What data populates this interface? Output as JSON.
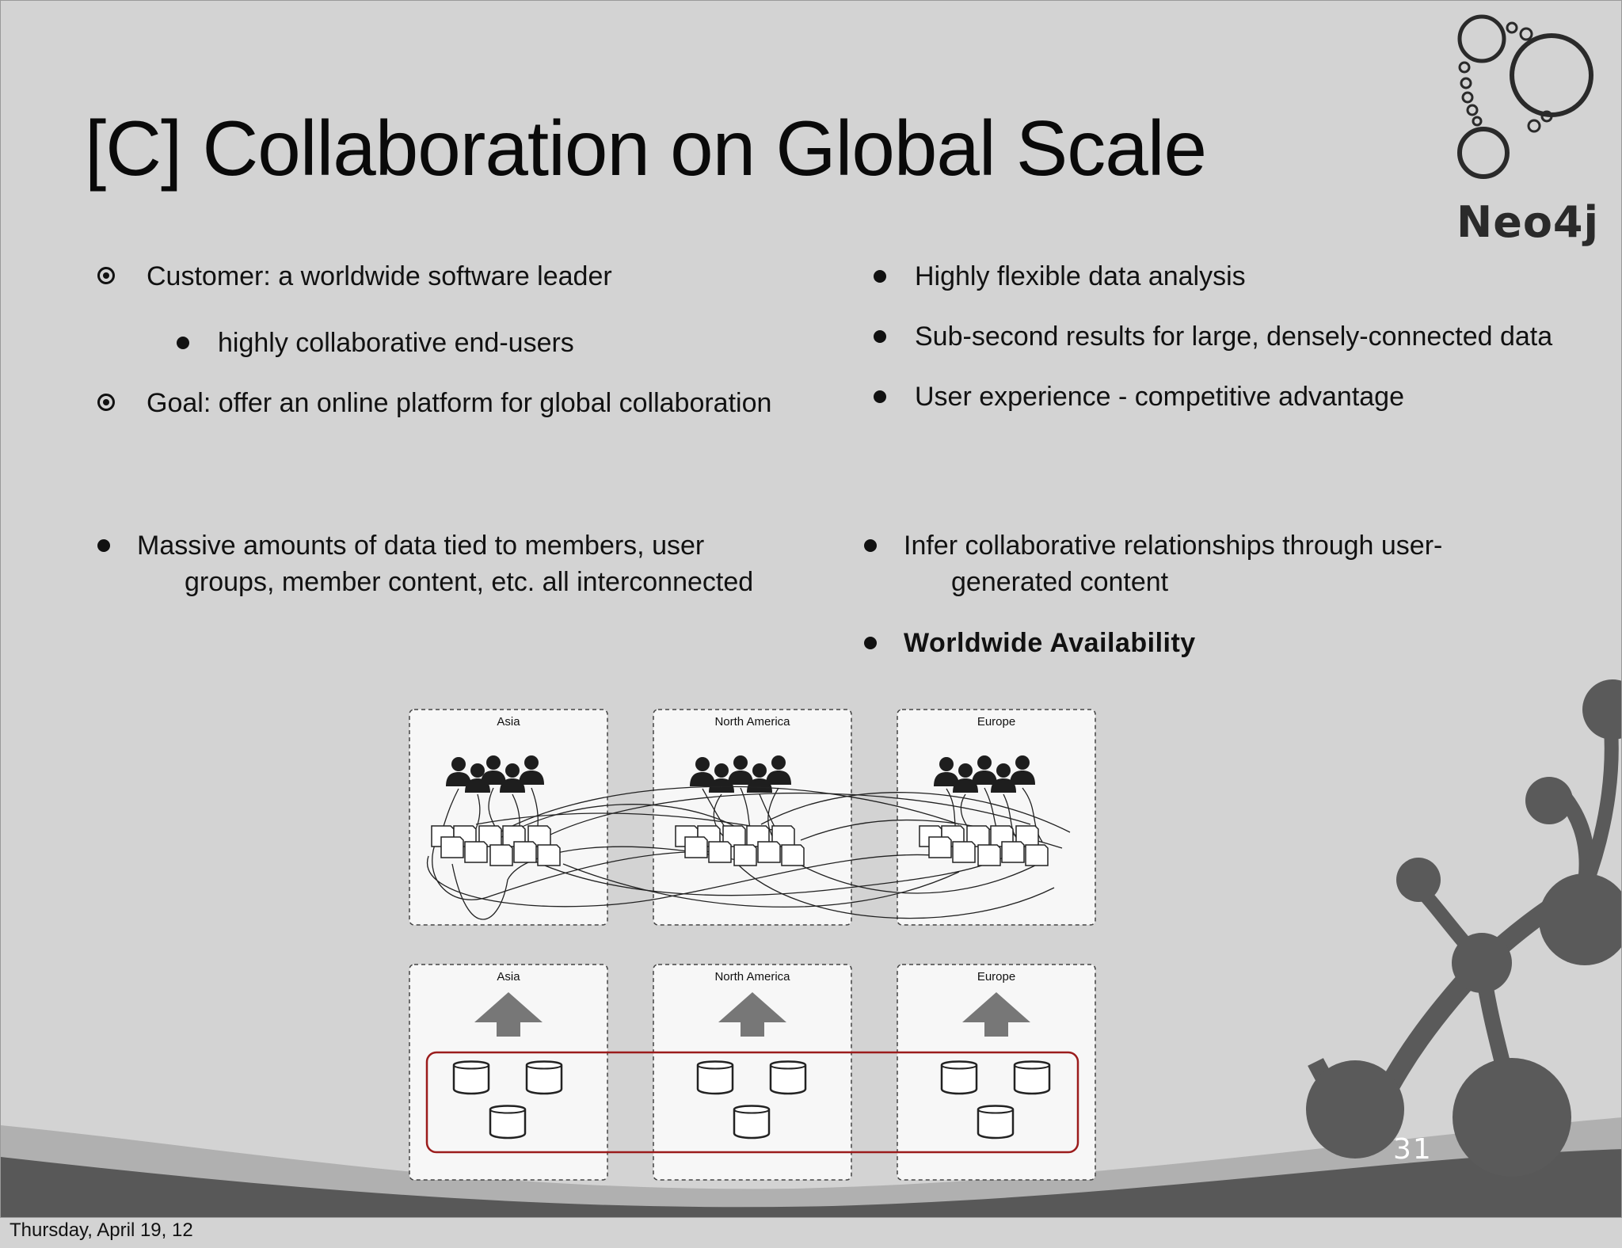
{
  "slide": {
    "title": "[C] Collaboration on Global Scale",
    "logo_text": "Neo4j",
    "page_number": "31",
    "left_bullets": [
      {
        "text": "Customer:  a worldwide software leader",
        "marker": "target"
      },
      {
        "text": "highly collaborative end-users",
        "marker": "dot"
      },
      {
        "text": "Goal: offer an online platform for global collaboration",
        "marker": "target"
      }
    ],
    "right_bullets": [
      {
        "text": "Highly flexible data analysis"
      },
      {
        "text": "Sub-second results for large, densely-connected data"
      },
      {
        "text": "User experience - competitive advantage"
      }
    ],
    "lower_left": {
      "line1": "Massive amounts of data tied to members, user",
      "line2": "groups, member content, etc. all interconnected"
    },
    "lower_right": {
      "line1": "Infer collaborative relationships through user-",
      "line2": "generated content",
      "bold_item": "Worldwide Availability"
    }
  },
  "diagram": {
    "top_regions": [
      "Asia",
      "North America",
      "Europe"
    ],
    "bottom_regions": [
      "Asia",
      "North America",
      "Europe"
    ]
  },
  "footer": {
    "date": "Thursday, April 19, 12"
  },
  "colors": {
    "background": "#d3d3d3",
    "dark_shape": "#5a5a5a",
    "cluster_outline": "#9b1c1c",
    "arrow": "#777777"
  }
}
